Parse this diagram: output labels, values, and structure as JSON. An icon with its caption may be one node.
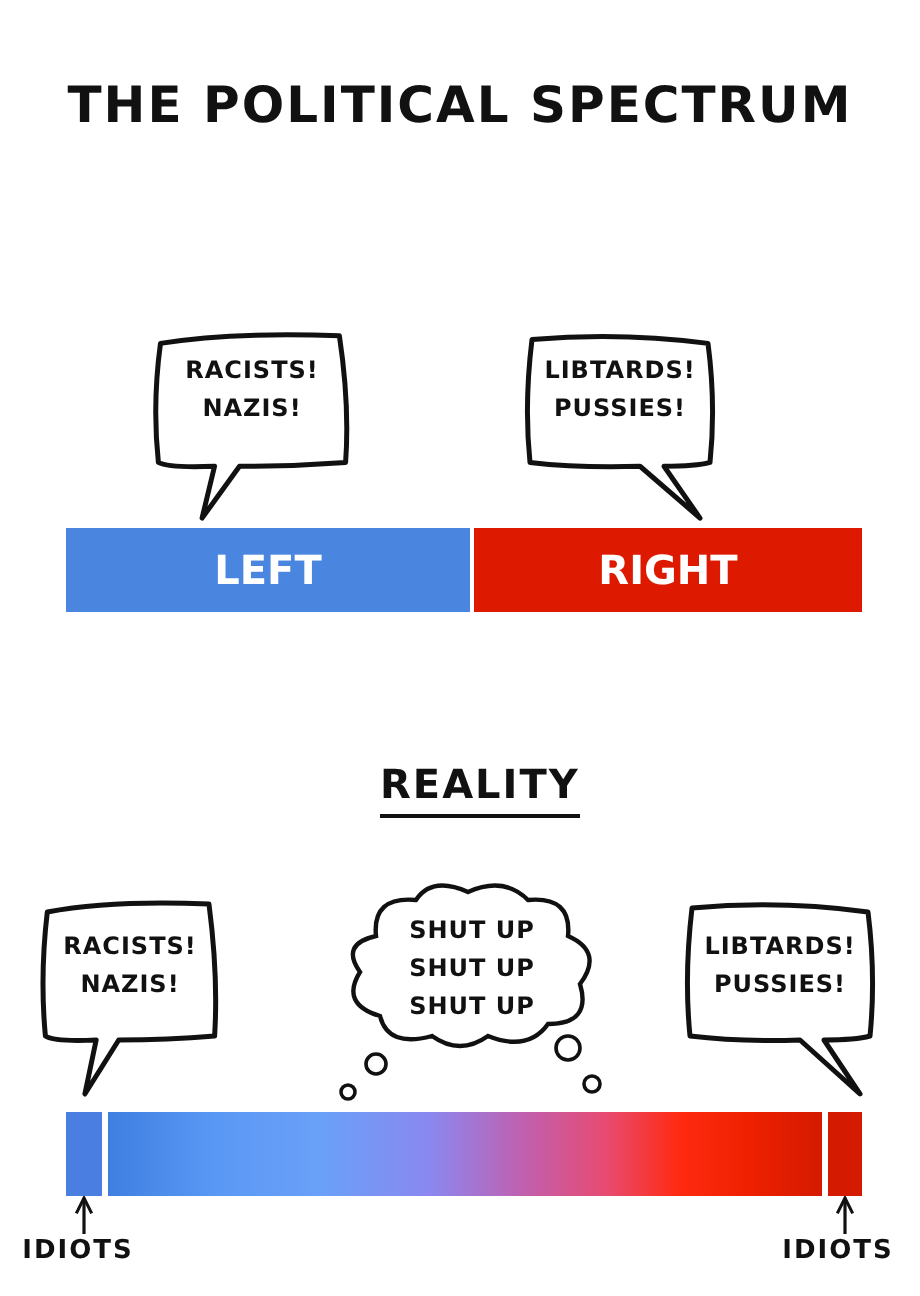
{
  "diagram": {
    "title": "THE POLITICAL SPECTRUM",
    "nodes": [
      {
        "text": [
          "RACISTS! NAZIS!"
        ]
      },
      {
        "text": [
          "LIBTARDS! PUSSIES!"
        ]
      },
      {
        "text": [
          "LEFT"
        ]
      },
      {
        "text": [
          "RIGHT"
        ]
      },
      {
        "text": [
          "RACISTS! NAZIS!"
        ]
      },
      {
        "text": [
          "SHUT UP SHUT UP SHUT UP"
        ]
      },
      {
        "text": [
          "LIBTARDS! PUSSIES!"
        ]
      },
      {
        "text": [],
        "shape": "bar"
      },
      {
        "text": [],
        "shape": "bar"
      },
      {
        "text": [],
        "shape": "bar"
      },
      {
        "text": [
          "IDIOTS"
        ]
      },
      {
        "text": [
          "IDIOTS"
        ]
      }
    ],
    "edges": [
      {
        "from": 10,
        "to": 7,
        "arrow": "to"
      },
      {
        "from": 11,
        "to": 9,
        "arrow": "to"
      }
    ],
    "labels": [
      "REALITY"
    ]
  }
}
